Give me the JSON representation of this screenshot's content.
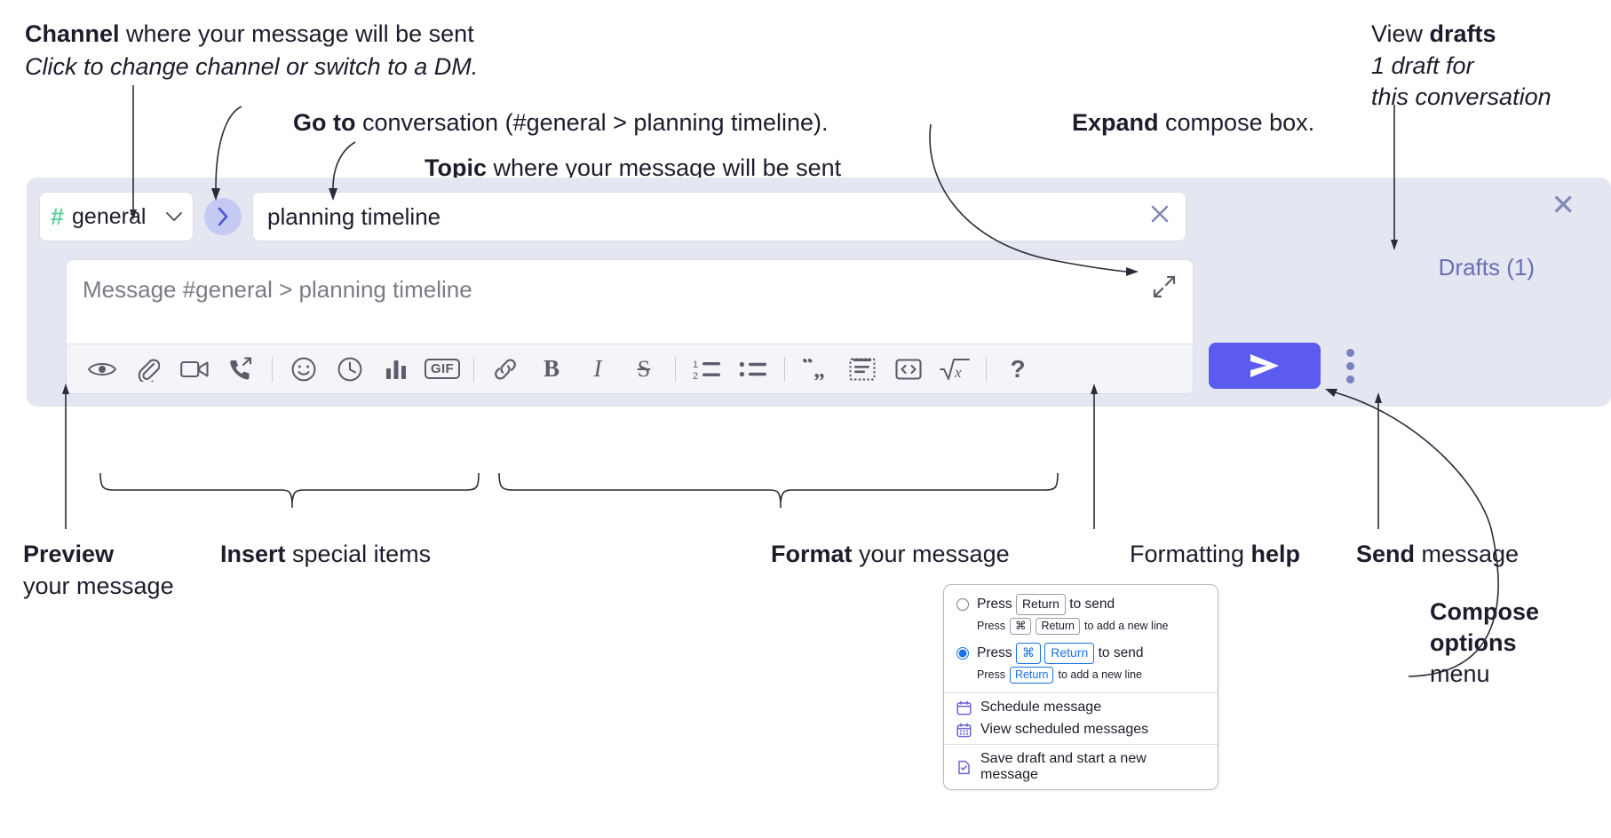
{
  "annotations": {
    "channel": {
      "bold": "Channel",
      "rest": " where your message will be sent",
      "sub": "Click to change channel or switch to a DM."
    },
    "goto": {
      "bold": "Go to",
      "rest": " conversation (#general > planning timeline)."
    },
    "topic": {
      "bold": "Topic",
      "rest": " where your message will be sent"
    },
    "expand": {
      "bold": "Expand",
      "rest": " compose box."
    },
    "drafts": {
      "lead": "View ",
      "bold": "drafts",
      "sub1": "1 draft for",
      "sub2": "this conversation"
    },
    "preview": {
      "bold": "Preview",
      "sub": "your message"
    },
    "insert": {
      "bold": "Insert",
      "rest": " special items"
    },
    "format": {
      "bold": "Format",
      "rest": " your message"
    },
    "help": {
      "lead": "Formatting ",
      "bold": "help"
    },
    "send": {
      "bold": "Send",
      "rest": " message"
    },
    "compose_options": {
      "bold1": "Compose",
      "bold2": "options",
      "rest": "menu"
    }
  },
  "compose": {
    "channel_name": "general",
    "hash_icon": "#",
    "chevron_icon": "chevron-down-icon",
    "goto_icon": "›",
    "topic_value": "planning timeline",
    "clear_icon": "✕",
    "message_placeholder": "Message #general > planning timeline",
    "drafts_label": "Drafts (1)",
    "close_icon": "✕",
    "send_icon": "send-arrow",
    "kebab_icon": "vertical-dots"
  },
  "toolbar": {
    "items": [
      {
        "name": "preview-icon",
        "kind": "eye"
      },
      {
        "name": "attachment-icon",
        "kind": "paperclip"
      },
      {
        "name": "video-icon",
        "kind": "video"
      },
      {
        "name": "huddle-icon",
        "kind": "phone-out"
      },
      {
        "name": "divider",
        "kind": "sep"
      },
      {
        "name": "emoji-icon",
        "kind": "emoji"
      },
      {
        "name": "schedule-icon",
        "kind": "clock"
      },
      {
        "name": "poll-icon",
        "kind": "bars"
      },
      {
        "name": "gif-icon",
        "kind": "gif",
        "label": "GIF"
      },
      {
        "name": "divider",
        "kind": "sep"
      },
      {
        "name": "link-icon",
        "kind": "link"
      },
      {
        "name": "bold-icon",
        "kind": "bold",
        "label": "B"
      },
      {
        "name": "italic-icon",
        "kind": "italic",
        "label": "I"
      },
      {
        "name": "strikethrough-icon",
        "kind": "strike",
        "label": "S"
      },
      {
        "name": "divider",
        "kind": "sep"
      },
      {
        "name": "ordered-list-icon",
        "kind": "ol"
      },
      {
        "name": "bulleted-list-icon",
        "kind": "ul"
      },
      {
        "name": "divider",
        "kind": "sep"
      },
      {
        "name": "blockquote-icon",
        "kind": "quote",
        "label": "❝❞"
      },
      {
        "name": "code-block-icon",
        "kind": "codeblock"
      },
      {
        "name": "inline-code-icon",
        "kind": "code",
        "label": "<>"
      },
      {
        "name": "math-icon",
        "kind": "math",
        "label": "√x"
      },
      {
        "name": "divider",
        "kind": "sep"
      },
      {
        "name": "formatting-help-icon",
        "kind": "help",
        "label": "?"
      }
    ]
  },
  "options_menu": {
    "option1": {
      "pre": "Press",
      "key": "Return",
      "post": "to send",
      "selected": false,
      "sub_pre": "Press",
      "sub_key1": "⌘",
      "sub_key2": "Return",
      "sub_post": "to add a new line"
    },
    "option2": {
      "pre": "Press",
      "key1": "⌘",
      "key2": "Return",
      "post": "to send",
      "selected": true,
      "sub_pre": "Press",
      "sub_key": "Return",
      "sub_post": "to add a new line"
    },
    "rows": [
      {
        "label": "Schedule message",
        "icon": "calendar-icon"
      },
      {
        "label": "View scheduled messages",
        "icon": "calendar-grid-icon"
      },
      {
        "label": "Save draft and start a new message",
        "icon": "file-check-icon"
      }
    ]
  },
  "colors": {
    "panel_bg": "#e4e6f1",
    "accent_send": "#5b5bf0",
    "hash_green": "#5fd39a",
    "drafts_text": "#6a6fb5",
    "radio_blue": "#1a72e8",
    "menu_icon": "#6b62d6"
  }
}
